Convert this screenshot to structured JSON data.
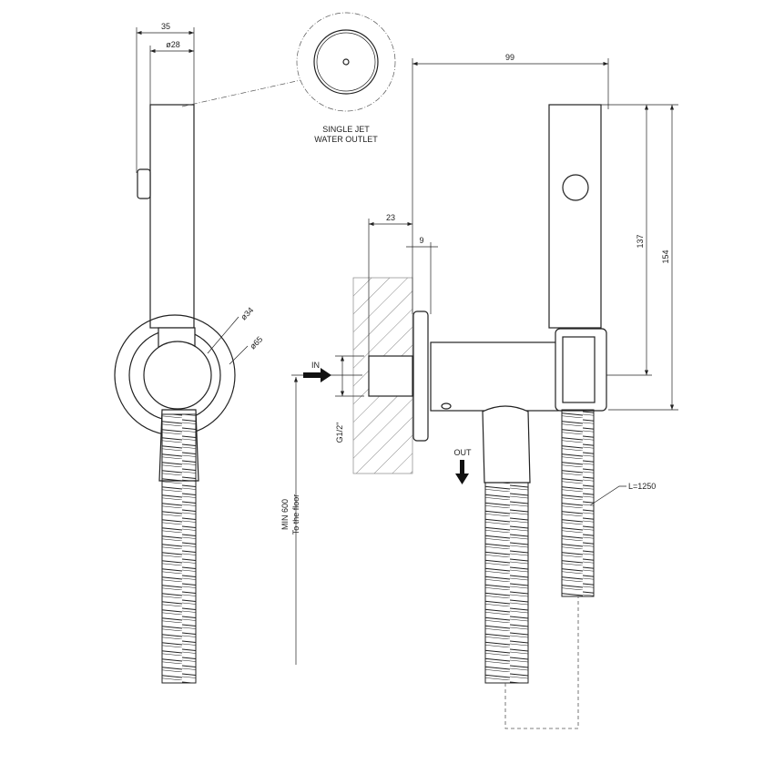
{
  "drawing": {
    "dimensions": {
      "width_total": "35",
      "diameter_head": "ø28",
      "diameter_ball": "ø34",
      "diameter_plate": "ø65",
      "depth_total": "99",
      "wall_depth": "23",
      "flange": "9",
      "height_inner": "137",
      "height_outer": "154",
      "thread": "G1/2\"",
      "min_height": "MIN 600",
      "min_height_note": "To the floor",
      "hose_length": "L=1250"
    },
    "labels": {
      "detail_line1": "SINGLE JET",
      "detail_line2": "WATER OUTLET",
      "inlet": "IN",
      "outlet": "OUT"
    }
  }
}
